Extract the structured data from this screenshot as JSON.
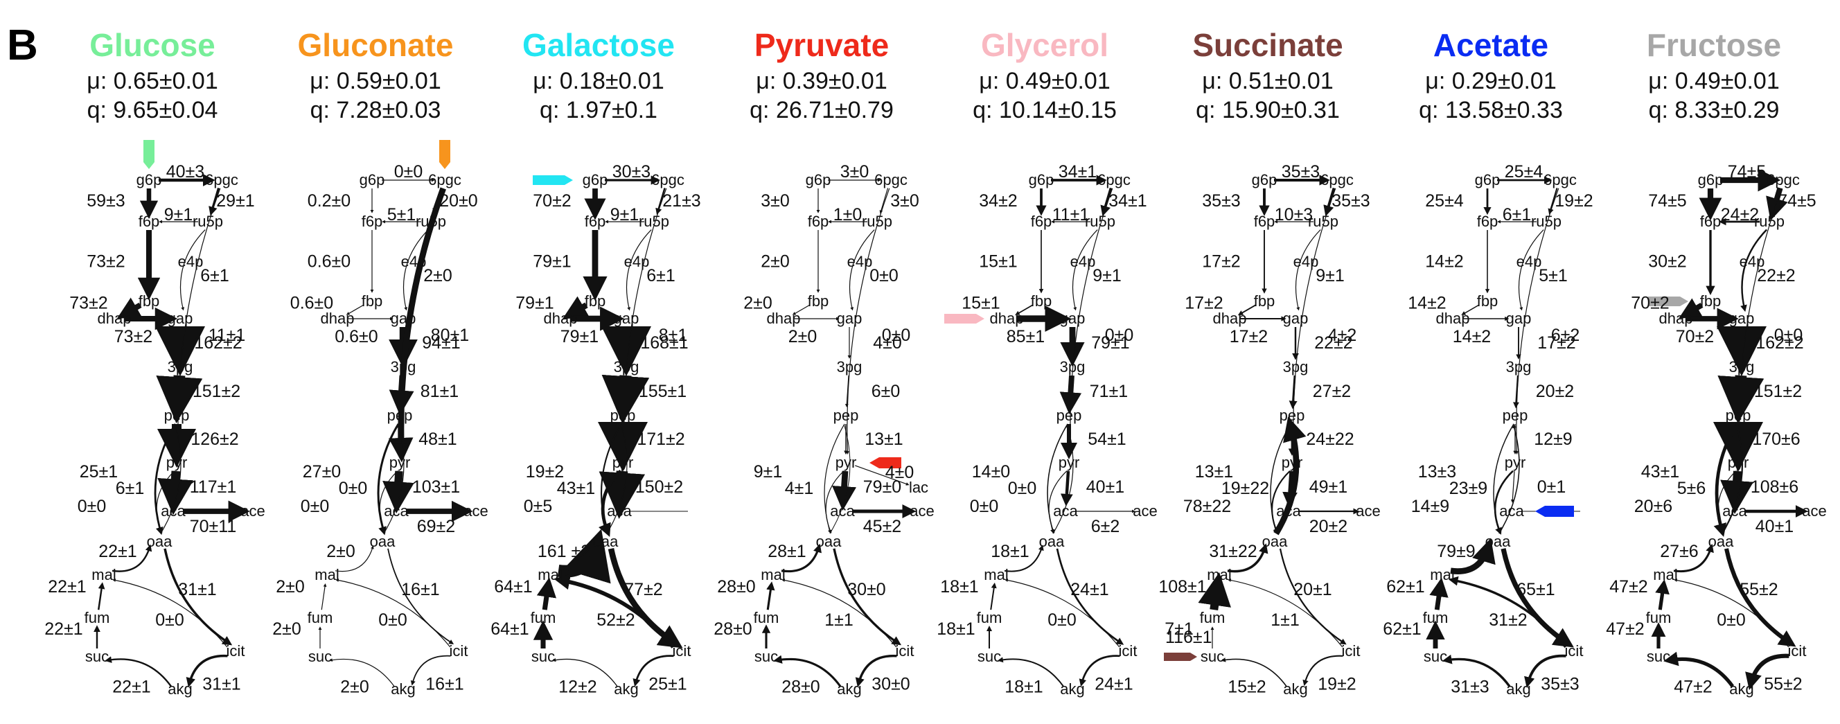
{
  "panel_label": "B",
  "colors": {
    "glucose": "#77EE99",
    "gluconate": "#F7941D",
    "galactose": "#22E5F2",
    "pyruvate": "#EE2A1B",
    "glycerol": "#F9B8C1",
    "succinate": "#7B3F3A",
    "acetate": "#0A2CF2",
    "fructose": "#A7A7A7"
  },
  "maps": [
    {
      "title": "Glucose",
      "color": "#77EE99",
      "mu": "μ: 0.65±0.01",
      "q": "q: 9.65±0.04",
      "feed": "g6p",
      "fluxes": {
        "g6p_6pgc": "40±3",
        "g6p_f6p": "59±3",
        "6pgc_ru5p": "29±1",
        "ru5p_f6p": "9±1",
        "ru5p_gap": "6±1",
        "f6p_fbp": "73±2",
        "fbp_dhap": "73±2",
        "dhap_gap": "73±2",
        "gap_3pg": "162±2",
        "6pgc_pyr": "11±1",
        "3pg_pep": "151±2",
        "pep_pyr": "126±2",
        "pyr_aca": "117±1",
        "aca_ace": "70±11",
        "pep_oaa": "25±1",
        "pyr_oaa": "6±1",
        "oaa_pep": "0±0",
        "mal_oaa": "22±1",
        "oaa_icit": "31±1",
        "icit_mal": "0±0",
        "fum_mal": "22±1",
        "suc_fum": "22±1",
        "akg_suc": "22±1",
        "icit_akg": "31±1"
      }
    },
    {
      "title": "Gluconate",
      "color": "#F7941D",
      "mu": "μ: 0.59±0.01",
      "q": "q: 7.28±0.03",
      "feed": "6pgc",
      "fluxes": {
        "g6p_6pgc": "0±0",
        "g6p_f6p": "0.2±0",
        "6pgc_ru5p": "20±0",
        "ru5p_f6p": "5±1",
        "ru5p_gap": "2±0",
        "f6p_fbp": "0.6±0",
        "fbp_dhap": "0.6±0",
        "dhap_gap": "0.6±0",
        "gap_3pg": "94±1",
        "6pgc_pyr": "80±1",
        "3pg_pep": "81±1",
        "pep_pyr": "48±1",
        "pyr_aca": "103±1",
        "aca_ace": "69±2",
        "pep_oaa": "27±0",
        "pyr_oaa": "0±0",
        "oaa_pep": "0±0",
        "mal_oaa": "2±0",
        "oaa_icit": "16±1",
        "icit_mal": "0±0",
        "fum_mal": "2±0",
        "suc_fum": "2±0",
        "akg_suc": "2±0",
        "icit_akg": "16±1"
      }
    },
    {
      "title": "Galactose",
      "color": "#22E5F2",
      "mu": "μ: 0.18±0.01",
      "q": "q: 1.97±0.1",
      "feed": "g6p",
      "fluxes": {
        "g6p_6pgc": "30±3",
        "g6p_f6p": "70±2",
        "6pgc_ru5p": "21±3",
        "ru5p_f6p": "9±1",
        "ru5p_gap": "6±1",
        "f6p_fbp": "79±1",
        "fbp_dhap": "79±1",
        "dhap_gap": "79±1",
        "gap_3pg": "168±1",
        "6pgc_pyr": "8±1",
        "3pg_pep": "155±1",
        "pep_pyr": "171±2",
        "pyr_aca": "150±2",
        "aca_ace": "",
        "pep_oaa": "19±2",
        "pyr_oaa": "43±1",
        "oaa_pep": "0±5",
        "mal_oaa": "161 ±2",
        "oaa_icit": "77±2",
        "icit_mal": "52±2",
        "fum_mal": "64±1",
        "suc_fum": "64±1",
        "akg_suc": "12±2",
        "icit_akg": "25±1"
      }
    },
    {
      "title": "Pyruvate",
      "color": "#EE2A1B",
      "mu": "μ: 0.39±0.01",
      "q": "q: 26.71±0.79",
      "feed": "pyr",
      "fluxes": {
        "g6p_6pgc": "3±0",
        "g6p_f6p": "3±0",
        "6pgc_ru5p": "3±0",
        "ru5p_f6p": "1±0",
        "ru5p_gap": "0±0",
        "f6p_fbp": "2±0",
        "fbp_dhap": "2±0",
        "dhap_gap": "2±0",
        "gap_3pg": "4±0",
        "6pgc_pyr": "0±0",
        "3pg_pep": "6±0",
        "pep_pyr": "13±1",
        "pyr_aca": "79±0",
        "aca_ace": "45±2",
        "pep_oaa": "9±1",
        "pyr_oaa": "4±1",
        "oaa_pep": "",
        "mal_oaa": "28±1",
        "oaa_icit": "30±0",
        "icit_mal": "1±1",
        "fum_mal": "28±0",
        "suc_fum": "28±0",
        "akg_suc": "28±0",
        "icit_akg": "30±0",
        "pyr_lac": "4±0"
      }
    },
    {
      "title": "Glycerol",
      "color": "#F9B8C1",
      "mu": "μ: 0.49±0.01",
      "q": "q: 10.14±0.15",
      "feed": "dhap",
      "fluxes": {
        "g6p_6pgc": "34±1",
        "g6p_f6p": "34±2",
        "6pgc_ru5p": "34±1",
        "ru5p_f6p": "11±1",
        "ru5p_gap": "9±1",
        "f6p_fbp": "15±1",
        "fbp_dhap": "15±1",
        "dhap_gap": "85±1",
        "gap_3pg": "79±1",
        "6pgc_pyr": "0±0",
        "3pg_pep": "71±1",
        "pep_pyr": "54±1",
        "pyr_aca": "40±1",
        "aca_ace": "6±2",
        "pep_oaa": "14±0",
        "pyr_oaa": "0±0",
        "oaa_pep": "0±0",
        "mal_oaa": "18±1",
        "oaa_icit": "24±1",
        "icit_mal": "0±0",
        "fum_mal": "18±1",
        "suc_fum": "18±1",
        "akg_suc": "18±1",
        "icit_akg": "24±1"
      }
    },
    {
      "title": "Succinate",
      "color": "#7B3F3A",
      "mu": "μ: 0.51±0.01",
      "q": "q: 15.90±0.31",
      "feed": "suc",
      "fluxes": {
        "g6p_6pgc": "35±3",
        "g6p_f6p": "35±3",
        "6pgc_ru5p": "35±3",
        "ru5p_f6p": "10±3",
        "ru5p_gap": "9±1",
        "f6p_fbp": "17±2",
        "fbp_dhap": "17±2",
        "dhap_gap": "17±2",
        "gap_3pg": "22±2",
        "6pgc_pyr": "4±2",
        "3pg_pep": "27±2",
        "pep_pyr": "24±22",
        "pyr_aca": "49±1",
        "aca_ace": "20±2",
        "pep_oaa": "13±1",
        "pyr_oaa": "19±22",
        "oaa_pep": "78±22",
        "mal_oaa": "31±22",
        "oaa_icit": "20±1",
        "icit_mal": "1±1",
        "fum_mal": "108±1",
        "suc_fum": "7±1",
        "akg_suc": "15±2",
        "icit_akg": "19±2",
        "suc_in": "116±1"
      }
    },
    {
      "title": "Acetate",
      "color": "#0A2CF2",
      "mu": "μ: 0.29±0.01",
      "q": "q: 13.58±0.33",
      "feed": "aca",
      "fluxes": {
        "g6p_6pgc": "25±4",
        "g6p_f6p": "25±4",
        "6pgc_ru5p": "19±2",
        "ru5p_f6p": "6±1",
        "ru5p_gap": "5±1",
        "f6p_fbp": "14±2",
        "fbp_dhap": "14±2",
        "dhap_gap": "14±2",
        "gap_3pg": "17±2",
        "6pgc_pyr": "6±2",
        "3pg_pep": "20±2",
        "pep_pyr": "12±9",
        "pyr_aca": "0±1",
        "aca_ace": "",
        "pep_oaa": "13±3",
        "pyr_oaa": "23±9",
        "oaa_pep": "14±9",
        "mal_oaa": "79±9",
        "oaa_icit": "65±1",
        "icit_mal": "31±2",
        "fum_mal": "62±1",
        "suc_fum": "62±1",
        "akg_suc": "31±3",
        "icit_akg": "35±3"
      }
    },
    {
      "title": "Fructose",
      "color": "#A7A7A7",
      "mu": "μ: 0.49±0.01",
      "q": "q: 8.33±0.29",
      "feed": "fbp",
      "fluxes": {
        "g6p_6pgc": "74±5",
        "g6p_f6p": "74±5",
        "6pgc_ru5p": "74±5",
        "ru5p_f6p": "24±2",
        "ru5p_gap": "22±2",
        "f6p_fbp": "30±2",
        "fbp_dhap": "70±2",
        "dhap_gap": "70±2",
        "gap_3pg": "162±2",
        "6pgc_pyr": "0±0",
        "3pg_pep": "151±2",
        "pep_pyr": "170±6",
        "pyr_aca": "108±6",
        "aca_ace": "40±1",
        "pep_oaa": "43±1",
        "pyr_oaa": "5±6",
        "oaa_pep": "20±6",
        "mal_oaa": "27±6",
        "oaa_icit": "55±2",
        "icit_mal": "0±0",
        "fum_mal": "47±2",
        "suc_fum": "47±2",
        "akg_suc": "47±2",
        "icit_akg": "55±2"
      }
    }
  ],
  "metabolites": [
    "g6p",
    "6pgc",
    "f6p",
    "ru5p",
    "e4p",
    "fbp",
    "dhap",
    "gap",
    "3pg",
    "pep",
    "pyr",
    "aca",
    "ace",
    "oaa",
    "mal",
    "fum",
    "suc",
    "icit",
    "akg",
    "lac"
  ]
}
